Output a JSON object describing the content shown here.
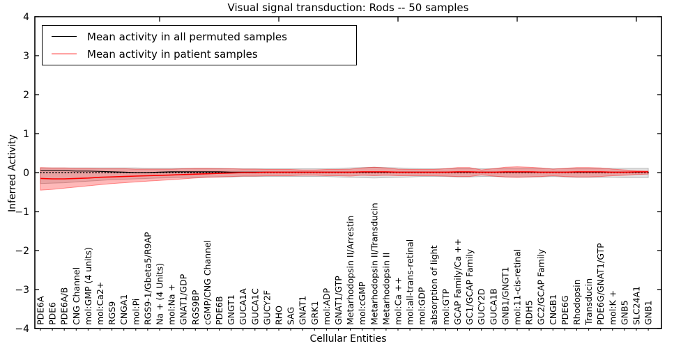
{
  "figure": {
    "title": "Visual signal transduction: Rods -- 50 samples",
    "xlabel": "Cellular Entities",
    "ylabel": "Inferred Activity"
  },
  "legend": {
    "items": [
      {
        "label": "Mean activity in all permuted samples",
        "color": "#000000"
      },
      {
        "label": "Mean activity in patient samples",
        "color": "#ff0000"
      }
    ]
  },
  "chart_data": {
    "type": "line",
    "title": "Visual signal transduction: Rods -- 50 samples",
    "xlabel": "Cellular Entities",
    "ylabel": "Inferred Activity",
    "ylim": [
      -4,
      4
    ],
    "yticks": [
      -4,
      -3,
      -2,
      -1,
      0,
      1,
      2,
      3,
      4
    ],
    "top_tick_indices": [
      10,
      20,
      30,
      40,
      50
    ],
    "grid": false,
    "legend_position": "upper left",
    "zero_line": {
      "style": "dotted",
      "color": "#000000"
    },
    "categories": [
      "PDE6A",
      "PDE6",
      "PDE6A/B",
      "CNG Channel",
      "mol:GMP (4 units)",
      "mol:Ca2+",
      "RGS9",
      "CNGA1",
      "mol:Pi",
      "RGS9-1/Gbeta5/R9AP",
      "Na + (4 Units)",
      "mol:Na +",
      "GNAT1/GDP",
      "RGS9BP",
      "cGMP/CNG Channel",
      "PDE6B",
      "GNGT1",
      "GUCA1A",
      "GUCA1C",
      "GUCY2F",
      "RHO",
      "SAG",
      "GNAT1",
      "GRK1",
      "mol:ADP",
      "GNAT1/GTP",
      "Metarhodopsin II/Arrestin",
      "mol:cGMP",
      "Metarhodopsin II/Transducin",
      "Metarhodopsin II",
      "mol:Ca ++",
      "mol:all-trans-retinal",
      "mol:GDP",
      "absorption of light",
      "mol:GTP",
      "GCAP Family/Ca ++",
      "GC1/GCAP Family",
      "GUCY2D",
      "GUCA1B",
      "GNB1/GNGT1",
      "mol:11-cis-retinal",
      "RDH5",
      "GC2/GCAP Family",
      "CNGB1",
      "PDE6G",
      "Rhodopsin",
      "Transducin",
      "PDE6G/GNAT1/GTP",
      "mol:K +",
      "GNB5",
      "SLC24A1",
      "GNB1"
    ],
    "series": [
      {
        "name": "Mean activity in all permuted samples",
        "color": "#000000",
        "style": "solid",
        "values": [
          0.05,
          0.05,
          0.05,
          0.04,
          0.04,
          0.03,
          0.02,
          0.01,
          0.0,
          0.0,
          0.01,
          0.02,
          0.02,
          0.02,
          0.02,
          0.02,
          0.01,
          0.01,
          0.01,
          0.01,
          0.01,
          0.01,
          0.01,
          0.01,
          0.01,
          0.01,
          0.01,
          0.01,
          0.01,
          0.01,
          0.01,
          0.01,
          0.01,
          0.01,
          0.01,
          0.01,
          0.01,
          0.01,
          0.01,
          0.01,
          0.01,
          0.01,
          0.01,
          0.01,
          0.01,
          0.01,
          0.01,
          0.01,
          0.01,
          0.01,
          0.01,
          0.02
        ]
      },
      {
        "name": "Mean activity in patient samples",
        "color": "#ff0000",
        "style": "solid",
        "values": [
          -0.15,
          -0.16,
          -0.16,
          -0.15,
          -0.14,
          -0.12,
          -0.11,
          -0.1,
          -0.09,
          -0.08,
          -0.07,
          -0.06,
          -0.05,
          -0.04,
          -0.03,
          -0.02,
          -0.01,
          0.0,
          0.0,
          0.01,
          0.01,
          0.01,
          0.01,
          0.01,
          0.01,
          0.01,
          0.01,
          0.02,
          0.02,
          0.02,
          0.01,
          0.01,
          0.01,
          0.01,
          0.01,
          0.02,
          0.02,
          0.01,
          0.01,
          0.02,
          0.02,
          0.02,
          0.01,
          0.01,
          0.01,
          0.02,
          0.02,
          0.02,
          0.01,
          0.01,
          0.02,
          0.02
        ]
      }
    ],
    "bands": [
      {
        "name": "permuted samples spread",
        "fill": "rgba(125,125,125,0.22)",
        "edge": "rgba(125,125,125,0.45)",
        "upper": [
          0.12,
          0.12,
          0.12,
          0.12,
          0.12,
          0.12,
          0.12,
          0.12,
          0.12,
          0.11,
          0.11,
          0.11,
          0.11,
          0.11,
          0.11,
          0.11,
          0.1,
          0.1,
          0.1,
          0.1,
          0.1,
          0.1,
          0.1,
          0.1,
          0.1,
          0.11,
          0.12,
          0.13,
          0.14,
          0.13,
          0.12,
          0.11,
          0.1,
          0.1,
          0.1,
          0.11,
          0.11,
          0.1,
          0.1,
          0.11,
          0.11,
          0.11,
          0.11,
          0.1,
          0.1,
          0.11,
          0.11,
          0.11,
          0.11,
          0.11,
          0.11,
          0.11
        ],
        "lower": [
          -0.28,
          -0.27,
          -0.26,
          -0.24,
          -0.22,
          -0.2,
          -0.18,
          -0.17,
          -0.16,
          -0.15,
          -0.14,
          -0.13,
          -0.12,
          -0.12,
          -0.11,
          -0.11,
          -0.11,
          -0.1,
          -0.1,
          -0.1,
          -0.1,
          -0.1,
          -0.1,
          -0.1,
          -0.1,
          -0.11,
          -0.12,
          -0.13,
          -0.14,
          -0.13,
          -0.12,
          -0.11,
          -0.1,
          -0.1,
          -0.1,
          -0.11,
          -0.11,
          -0.1,
          -0.1,
          -0.11,
          -0.11,
          -0.11,
          -0.11,
          -0.1,
          -0.11,
          -0.12,
          -0.12,
          -0.12,
          -0.12,
          -0.13,
          -0.13,
          -0.13
        ]
      },
      {
        "name": "patient samples spread",
        "fill": "rgba(255,0,0,0.28)",
        "edge": "rgba(255,0,0,0.40)",
        "upper": [
          0.13,
          0.12,
          0.12,
          0.11,
          0.11,
          0.1,
          0.1,
          0.1,
          0.09,
          0.09,
          0.09,
          0.09,
          0.1,
          0.11,
          0.11,
          0.1,
          0.1,
          0.09,
          0.09,
          0.08,
          0.08,
          0.08,
          0.07,
          0.07,
          0.08,
          0.08,
          0.09,
          0.12,
          0.14,
          0.12,
          0.09,
          0.08,
          0.08,
          0.08,
          0.1,
          0.13,
          0.13,
          0.07,
          0.1,
          0.14,
          0.15,
          0.14,
          0.12,
          0.09,
          0.11,
          0.13,
          0.13,
          0.12,
          0.09,
          0.07,
          0.05,
          0.04
        ],
        "lower": [
          -0.45,
          -0.43,
          -0.4,
          -0.37,
          -0.34,
          -0.31,
          -0.28,
          -0.26,
          -0.24,
          -0.22,
          -0.2,
          -0.18,
          -0.16,
          -0.14,
          -0.12,
          -0.11,
          -0.1,
          -0.09,
          -0.09,
          -0.08,
          -0.08,
          -0.08,
          -0.07,
          -0.07,
          -0.08,
          -0.08,
          -0.09,
          -0.07,
          -0.08,
          -0.07,
          -0.08,
          -0.08,
          -0.08,
          -0.08,
          -0.09,
          -0.1,
          -0.1,
          -0.06,
          -0.09,
          -0.11,
          -0.12,
          -0.11,
          -0.1,
          -0.08,
          -0.1,
          -0.11,
          -0.11,
          -0.1,
          -0.08,
          -0.07,
          -0.05,
          -0.04
        ]
      }
    ]
  }
}
